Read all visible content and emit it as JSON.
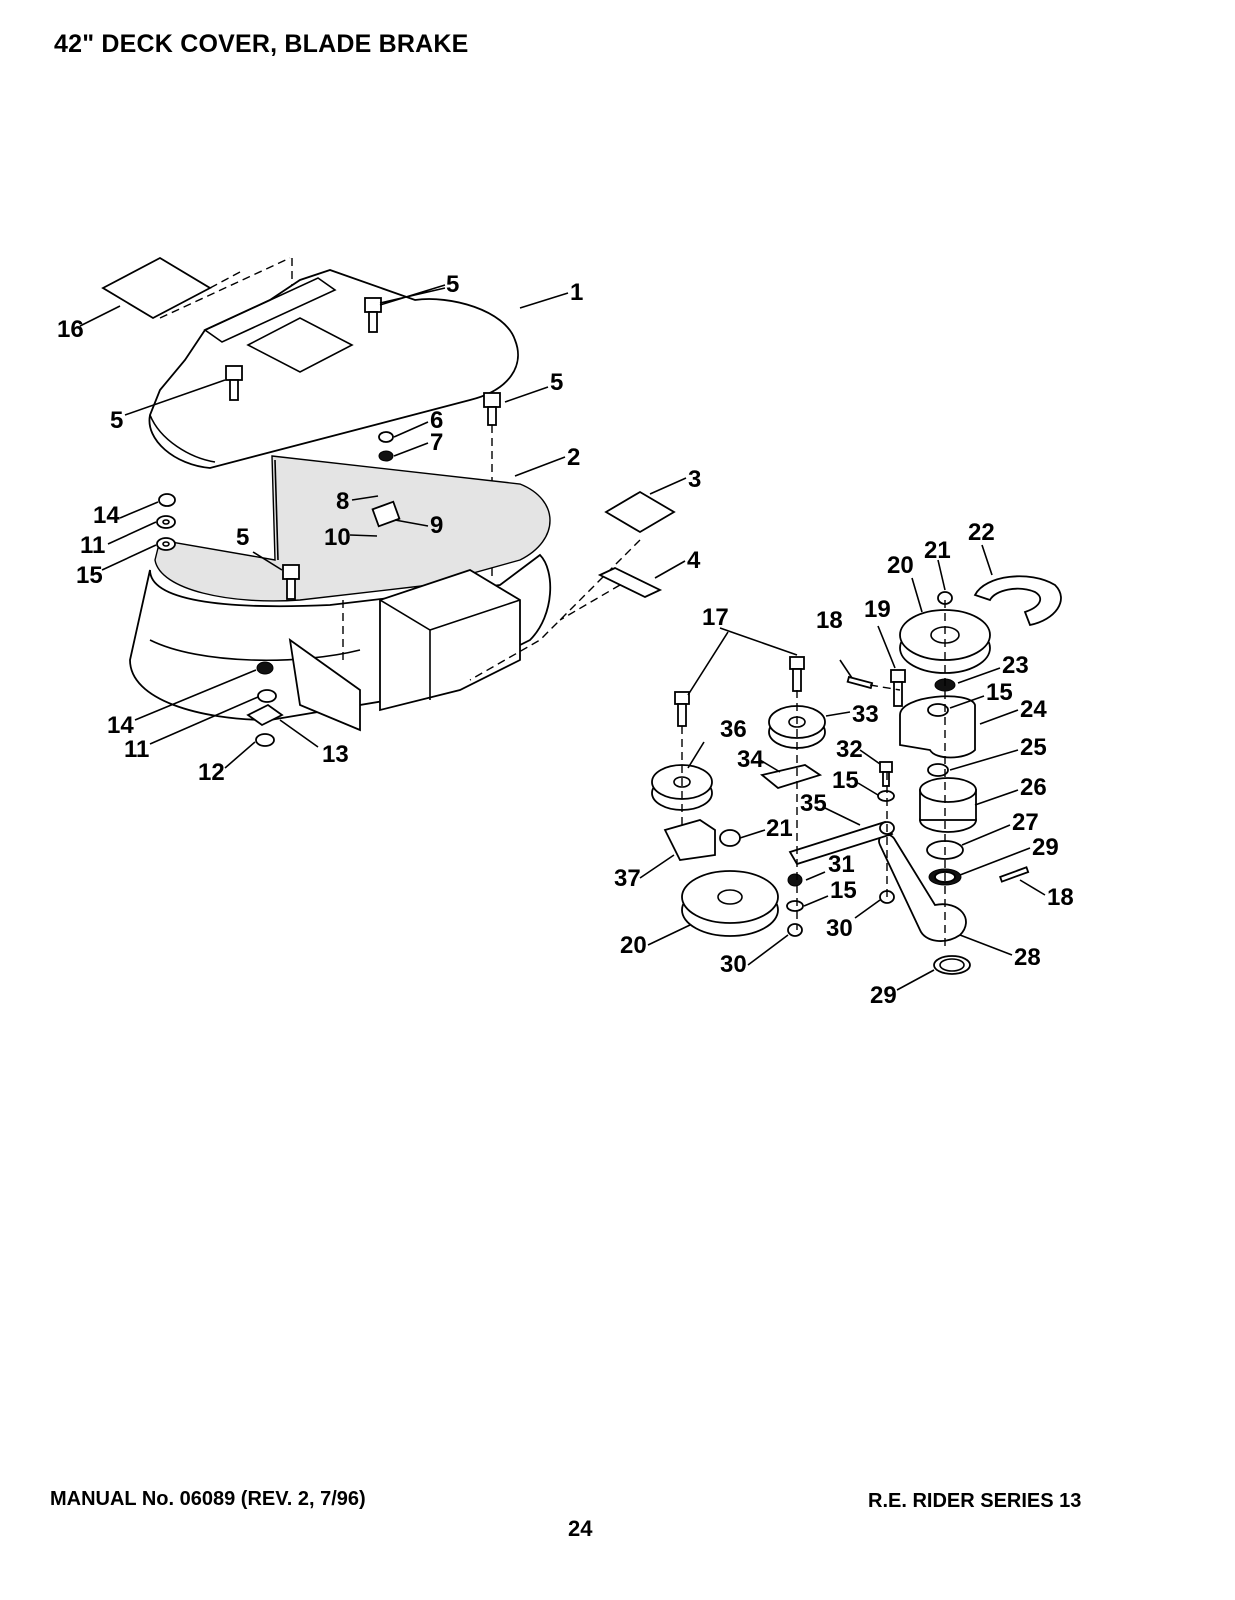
{
  "header": {
    "title": "42\" DECK COVER, BLADE BRAKE"
  },
  "footer": {
    "manual": "MANUAL No. 06089 (REV. 2, 7/96)",
    "page_number": "24",
    "series": "R.E. RIDER SERIES 13"
  },
  "callouts": {
    "c1": "1",
    "c2": "2",
    "c3": "3",
    "c4": "4",
    "c5a": "5",
    "c5b": "5",
    "c5c": "5",
    "c5d": "5",
    "c6": "6",
    "c7": "7",
    "c8": "8",
    "c9": "9",
    "c10": "10",
    "c11a": "11",
    "c11b": "11",
    "c12": "12",
    "c13": "13",
    "c14a": "14",
    "c14b": "14",
    "c15a": "15",
    "c15b": "15",
    "c15c": "15",
    "c15d": "15",
    "c16": "16",
    "c17": "17",
    "c18a": "18",
    "c18b": "18",
    "c19": "19",
    "c20a": "20",
    "c20b": "20",
    "c21a": "21",
    "c21b": "21",
    "c22": "22",
    "c23": "23",
    "c24": "24",
    "c25": "25",
    "c26": "26",
    "c27": "27",
    "c28": "28",
    "c29a": "29",
    "c29b": "29",
    "c30a": "30",
    "c30b": "30",
    "c31": "31",
    "c32": "32",
    "c33": "33",
    "c34": "34",
    "c35": "35",
    "c36": "36",
    "c37": "37"
  }
}
